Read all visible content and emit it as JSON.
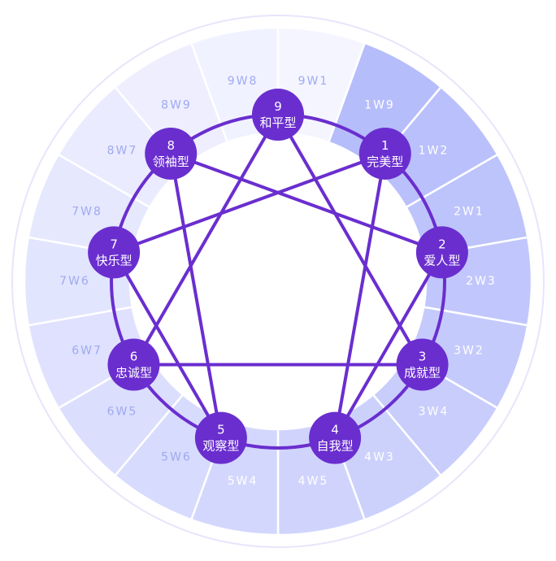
{
  "colors": {
    "node": "#6a2ecf",
    "line": "#6a2ecf",
    "segment_dark": "#b6bdfb",
    "segment_light": "#f5f5ff",
    "label_light_text": "#ffffff",
    "label_dark_text": "#9eaaf0",
    "outer_ring": "#e9e4fb"
  },
  "nodes": [
    {
      "num": "1",
      "name": "完美型"
    },
    {
      "num": "2",
      "name": "爱人型"
    },
    {
      "num": "3",
      "name": "成就型"
    },
    {
      "num": "4",
      "name": "自我型"
    },
    {
      "num": "5",
      "name": "观察型"
    },
    {
      "num": "6",
      "name": "忠诚型"
    },
    {
      "num": "7",
      "name": "快乐型"
    },
    {
      "num": "8",
      "name": "领袖型"
    },
    {
      "num": "9",
      "name": "和平型"
    }
  ],
  "wings": [
    "1W9",
    "1W2",
    "2W1",
    "2W3",
    "3W2",
    "3W4",
    "4W3",
    "4W5",
    "5W4",
    "5W6",
    "6W5",
    "6W7",
    "7W6",
    "7W8",
    "8W7",
    "8W9",
    "9W8",
    "9W1"
  ],
  "connections": [
    [
      9,
      3
    ],
    [
      3,
      6
    ],
    [
      6,
      9
    ],
    [
      1,
      4
    ],
    [
      4,
      2
    ],
    [
      2,
      8
    ],
    [
      8,
      5
    ],
    [
      5,
      7
    ],
    [
      7,
      1
    ]
  ]
}
